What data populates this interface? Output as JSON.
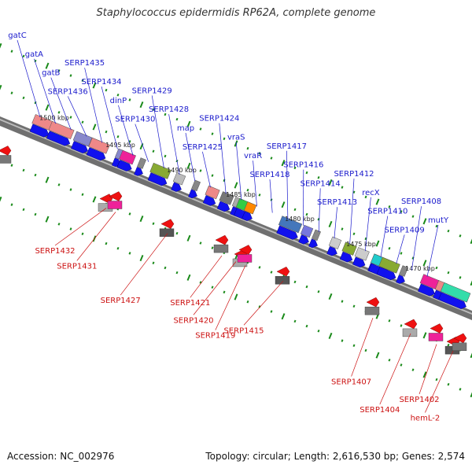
{
  "title": "Staphylococcus epidermidis RP62A, complete genome",
  "footer": {
    "accession": "Accession: NC_002976",
    "summary": "Topology: circular; Length: 2,616,530 bp; Genes: 2,574"
  },
  "colors": {
    "upper_label": "#1a1acc",
    "lower_label": "#cc1111",
    "upper_arrow": "#1111ee",
    "lower_arrow": "#ee1111",
    "backbone": "#808080",
    "tick": "#1a8a1a"
  },
  "scale_labels": [
    {
      "text": "1500 kbp",
      "pos": 0.115
    },
    {
      "text": "1495 kbp",
      "pos": 0.255
    },
    {
      "text": "1490 kbp",
      "pos": 0.385
    },
    {
      "text": "1485 kbp",
      "pos": 0.51
    },
    {
      "text": "1480 kbp",
      "pos": 0.635
    },
    {
      "text": "1475 kbp",
      "pos": 0.765
    },
    {
      "text": "1470 kbp",
      "pos": 0.89
    }
  ],
  "upper_genes": [
    {
      "name": "gatC",
      "pos": 0.085,
      "len": 0.04,
      "color": "#ee8888"
    },
    {
      "name": "gatA",
      "pos": 0.125,
      "len": 0.05,
      "color": "#ee8888"
    },
    {
      "name": "gatB",
      "pos": 0.17,
      "len": 0.035,
      "color": "#8888cc"
    },
    {
      "name": "SERP1436",
      "pos": 0.205,
      "len": 0.04,
      "color": "#ee8888"
    },
    {
      "name": "SERP1435",
      "pos": 0.248,
      "len": 0.012,
      "color": "#8888cc"
    },
    {
      "name": "SERP1434",
      "pos": 0.265,
      "len": 0.03,
      "color": "#ee2299"
    },
    {
      "name": "dinP",
      "pos": 0.295,
      "len": 0.012,
      "color": "#888888"
    },
    {
      "name": "SERP1430",
      "pos": 0.335,
      "len": 0.04,
      "color": "#88aa33"
    },
    {
      "name": "SERP1429",
      "pos": 0.375,
      "len": 0.02,
      "color": "#bbbbbb"
    },
    {
      "name": "SERP1428",
      "pos": 0.41,
      "len": 0.012,
      "color": "#888888"
    },
    {
      "name": "map",
      "pos": 0.445,
      "len": 0.025,
      "color": "#ee8888"
    },
    {
      "name": "SERP1425",
      "pos": 0.475,
      "len": 0.025,
      "color": "#777777"
    },
    {
      "name": "SERP1424",
      "pos": 0.5,
      "len": 0.02,
      "color": "#aaaaaa"
    },
    {
      "name": "vraS",
      "pos": 0.515,
      "len": 0.035,
      "color": "#33cc44"
    },
    {
      "name": "vraR",
      "pos": 0.525,
      "len": 0.02,
      "color": "#ff8800"
    },
    {
      "name": "SERP1418",
      "pos": 0.61,
      "len": 0.045,
      "color": "#4477bb"
    },
    {
      "name": "SERP1417",
      "pos": 0.645,
      "len": 0.02,
      "color": "#7777dd"
    },
    {
      "name": "SERP1416",
      "pos": 0.665,
      "len": 0.012,
      "color": "#888888"
    },
    {
      "name": "SERP1414",
      "pos": 0.705,
      "len": 0.02,
      "color": "#cccccc"
    },
    {
      "name": "SERP1413",
      "pos": 0.735,
      "len": 0.025,
      "color": "#88aa33"
    },
    {
      "name": "SERP1412",
      "pos": 0.762,
      "len": 0.025,
      "color": "#cccccc"
    },
    {
      "name": "recX",
      "pos": 0.79,
      "len": 0.012,
      "color": "#888888"
    },
    {
      "name": "SERP1410",
      "pos": 0.805,
      "len": 0.045,
      "color": "#22cccc"
    },
    {
      "name": "SERP1409",
      "pos": 0.82,
      "len": 0.04,
      "color": "#88aa33"
    },
    {
      "name": "SERP1408",
      "pos": 0.85,
      "len": 0.012,
      "color": "#888888"
    },
    {
      "name": "mutY",
      "pos": 0.905,
      "len": 0.035,
      "color": "#ee2299"
    },
    {
      "name": "",
      "pos": 0.93,
      "len": 0.02,
      "color": "#ee8888"
    },
    {
      "name": "",
      "pos": 0.96,
      "len": 0.06,
      "color": "#33ddaa"
    }
  ],
  "upper_labels": [
    {
      "text": "gatC"
    },
    {
      "text": "gatA"
    },
    {
      "text": "gatB"
    },
    {
      "text": "SERP1436"
    },
    {
      "text": "SERP1435"
    },
    {
      "text": "SERP1434"
    },
    {
      "text": "dinP"
    },
    {
      "text": "SERP1430"
    },
    {
      "text": "SERP1429"
    },
    {
      "text": "SERP1428"
    },
    {
      "text": "map"
    },
    {
      "text": "SERP1425"
    },
    {
      "text": "SERP1424"
    },
    {
      "text": "vraS"
    },
    {
      "text": "vraR"
    },
    {
      "text": "SERP1418"
    },
    {
      "text": "SERP1417"
    },
    {
      "text": "SERP1416"
    },
    {
      "text": "SERP1414"
    },
    {
      "text": "SERP1413"
    },
    {
      "text": "SERP1412"
    },
    {
      "text": "recX"
    },
    {
      "text": "SERP1410"
    },
    {
      "text": "SERP1409"
    },
    {
      "text": "SERP1408"
    },
    {
      "text": "mutY"
    }
  ],
  "lower_labels": [
    {
      "text": "SERP1432"
    },
    {
      "text": "SERP1431"
    },
    {
      "text": "SERP1427"
    },
    {
      "text": "SERP1421"
    },
    {
      "text": "SERP1420"
    },
    {
      "text": "SERP1419"
    },
    {
      "text": "SERP1415"
    },
    {
      "text": "SERP1407"
    },
    {
      "text": "SERP1404"
    },
    {
      "text": "SERP1402"
    },
    {
      "text": "hemL-2"
    }
  ]
}
